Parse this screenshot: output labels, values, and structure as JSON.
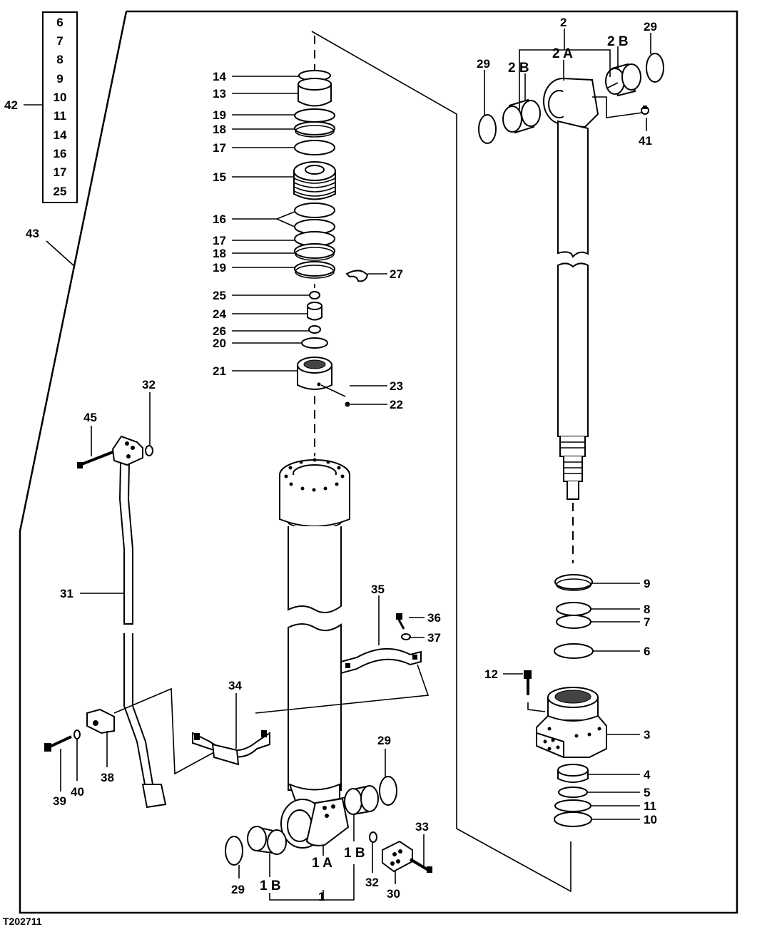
{
  "figure_id": "T202711",
  "kit_42_items": [
    "6",
    "7",
    "8",
    "9",
    "10",
    "11",
    "14",
    "16",
    "17",
    "25"
  ],
  "callouts": {
    "c1": "1",
    "c1A": "1 A",
    "c1B_left": "1 B",
    "c1B_right": "1 B",
    "c2": "2",
    "c2A": "2 A",
    "c2B_left": "2 B",
    "c2B_right": "2 B",
    "c3": "3",
    "c4": "4",
    "c5": "5",
    "c6": "6",
    "c7": "7",
    "c8": "8",
    "c9": "9",
    "c10": "10",
    "c11": "11",
    "c12": "12",
    "c13": "13",
    "c14": "14",
    "c15": "15",
    "c16": "16",
    "c17a": "17",
    "c17b": "17",
    "c18a": "18",
    "c18b": "18",
    "c19a": "19",
    "c19b": "19",
    "c20": "20",
    "c21": "21",
    "c22": "22",
    "c23": "23",
    "c24": "24",
    "c25": "25",
    "c26": "26",
    "c27": "27",
    "c29a": "29",
    "c29b": "29",
    "c29c": "29",
    "c29d": "29",
    "c30": "30",
    "c31": "31",
    "c32a": "32",
    "c32b": "32",
    "c33": "33",
    "c34": "34",
    "c35": "35",
    "c36": "36",
    "c37": "37",
    "c38": "38",
    "c39": "39",
    "c40": "40",
    "c41": "41",
    "c42": "42",
    "c43": "43",
    "c45": "45"
  }
}
